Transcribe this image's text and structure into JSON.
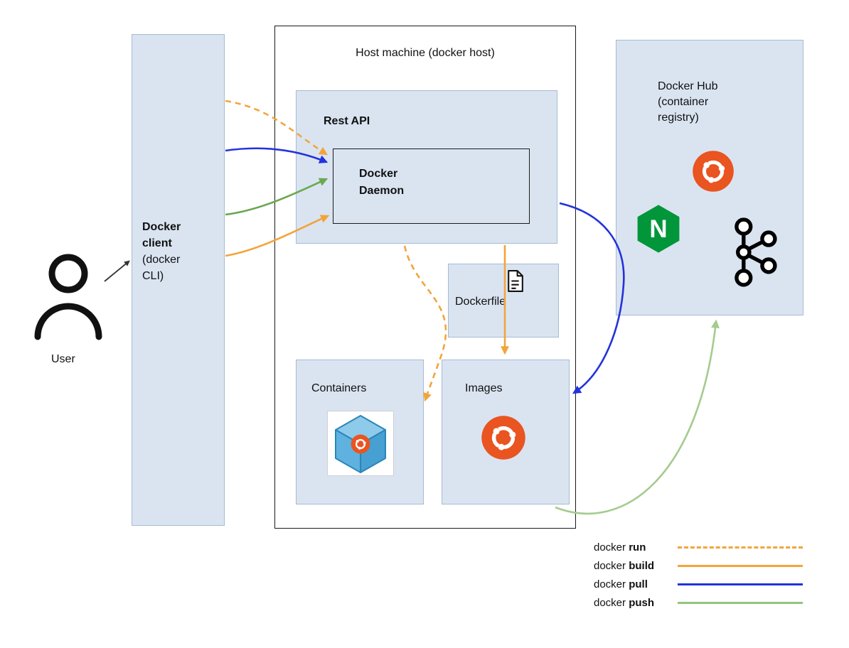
{
  "nodes": {
    "user": {
      "label": "User",
      "icon": "person-icon"
    },
    "docker_client": {
      "lines": [
        "Docker",
        "client",
        "(docker",
        "CLI)"
      ]
    },
    "host_machine": {
      "title": "Host machine (docker host)"
    },
    "rest_api": {
      "title": "Rest API"
    },
    "docker_daemon": {
      "lines": [
        "Docker",
        "Daemon"
      ]
    },
    "dockerfile": {
      "title": "Dockerfile",
      "icon": "document-icon"
    },
    "containers": {
      "title": "Containers",
      "icon": "cube-with-ubuntu-logo-icon"
    },
    "images": {
      "title": "Images",
      "icon": "ubuntu-logo-icon"
    },
    "docker_hub": {
      "lines": [
        "Docker Hub",
        "(container",
        "registry)"
      ],
      "icons": [
        "ubuntu-logo-icon",
        "nginx-logo-icon",
        "kafka-logo-icon"
      ]
    }
  },
  "icons": {
    "nginx_letter": "N"
  },
  "legend": {
    "items": [
      {
        "prefix": "docker ",
        "keyword": "run",
        "line_style": "dashed",
        "color": "#F2A43C"
      },
      {
        "prefix": "docker ",
        "keyword": "build",
        "line_style": "solid",
        "color": "#F2A43C"
      },
      {
        "prefix": "docker ",
        "keyword": "pull",
        "line_style": "solid",
        "color": "#2333DD"
      },
      {
        "prefix": "docker ",
        "keyword": "push",
        "line_style": "solid",
        "color": "#93C47D"
      }
    ]
  },
  "arrows": [
    {
      "name": "docker-run-client-to-daemon",
      "style": "dashed",
      "color": "#F2A43C"
    },
    {
      "name": "docker-pull-client-to-daemon",
      "style": "solid",
      "color": "#2333DD"
    },
    {
      "name": "docker-push-client-to-daemon",
      "style": "solid",
      "color": "#6AA84F"
    },
    {
      "name": "docker-build-client-to-daemon",
      "style": "solid",
      "color": "#F2A43C"
    },
    {
      "name": "docker-run-daemon-to-containers",
      "style": "dashed",
      "color": "#F2A43C"
    },
    {
      "name": "docker-build-daemon-to-images",
      "style": "solid",
      "color": "#F2A43C"
    },
    {
      "name": "docker-pull-hub-to-images",
      "style": "solid",
      "color": "#2333DD"
    },
    {
      "name": "docker-push-images-to-hub",
      "style": "solid",
      "color": "#A5CB8E"
    },
    {
      "name": "user-to-client",
      "style": "solid",
      "color": "#333333"
    }
  ],
  "colors": {
    "node_fill": "#DAE4F1",
    "node_border": "#A6BBD3",
    "outline": "#1A1A1A",
    "orange": "#F2A43C",
    "blue": "#2333DD",
    "green": "#6AA84F",
    "light_green": "#A5CB8E",
    "ubuntu_orange": "#E95420",
    "nginx_green": "#009639"
  }
}
